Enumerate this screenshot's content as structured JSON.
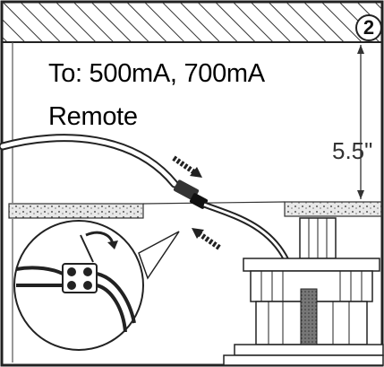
{
  "step_number": "2",
  "label": {
    "line1": "To: 500mA, 700mA",
    "line2": "Remote"
  },
  "dimension": "5.5\""
}
